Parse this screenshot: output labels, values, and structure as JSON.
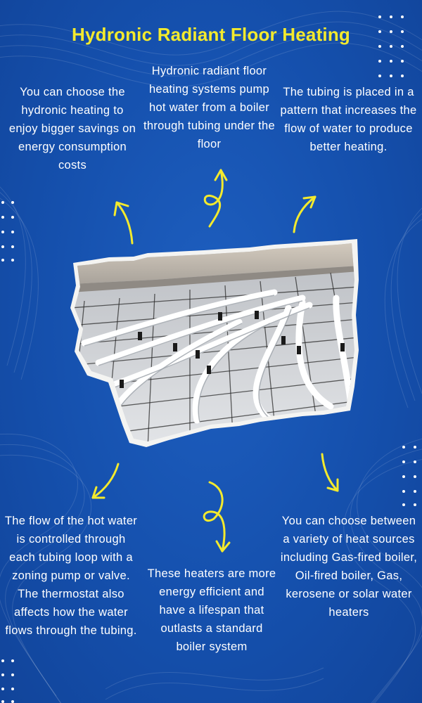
{
  "title": "Hydronic Radiant Floor Heating",
  "facts": {
    "choose_savings": "You can choose the hydronic heating to enjoy bigger savings on energy consumption costs",
    "how_it_works": "Hydronic radiant floor heating systems pump hot water from a boiler through tubing under the floor",
    "tubing_pattern": "The tubing is placed in a pattern that increases the flow of water to produce better heating.",
    "flow_control": "The flow of the hot water is controlled through each tubing loop with a zoning pump or valve. The thermostat also affects how the water flows through the tubing.",
    "efficiency": "These heaters are more energy efficient and have a lifespan that outlasts a standard boiler system",
    "heat_sources": "You can choose between a variety of heat sources including Gas-fired boiler, Oil-fired boiler, Gas, kerosene or solar water heaters"
  },
  "colors": {
    "background": "#1550ad",
    "accent_yellow": "#f3ea2d",
    "text": "#ffffff"
  },
  "icons": [
    "arrow-icon",
    "dot-grid-icon",
    "floor-heating-photo"
  ]
}
